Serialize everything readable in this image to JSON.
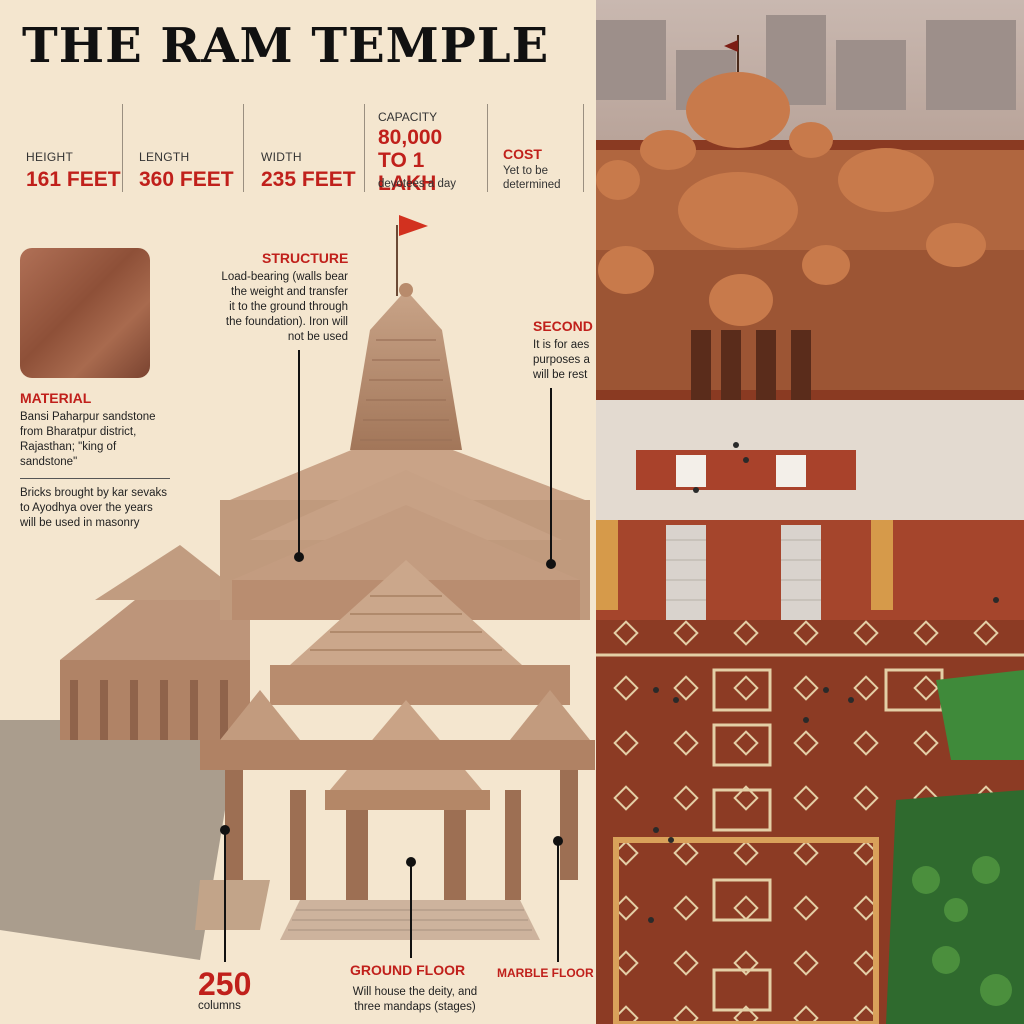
{
  "title": "THE RAM TEMPLE",
  "stats": {
    "height": {
      "label": "HEIGHT",
      "value": "161 FEET"
    },
    "length": {
      "label": "LENGTH",
      "value": "360 FEET"
    },
    "width": {
      "label": "WIDTH",
      "value": "235 FEET"
    },
    "capacity": {
      "label": "CAPACITY",
      "value_line1": "80,000",
      "value_line2": "TO 1 LAKH",
      "sub": "devotees a day"
    },
    "cost": {
      "label": "COST",
      "sub_line1": "Yet to be",
      "sub_line2": "determined"
    }
  },
  "structure": {
    "heading": "STRUCTURE",
    "lines": [
      "Load-bearing (walls bear",
      "the weight and transfer",
      "it to the ground through",
      "the foundation). Iron will",
      "not be used"
    ]
  },
  "second": {
    "heading": "SECOND",
    "lines": [
      "It is for aes",
      "purposes a",
      "will be rest"
    ]
  },
  "material": {
    "heading": "MATERIAL",
    "lines": [
      "Bansi Paharpur sandstone",
      "from Bharatpur district,",
      "Rajasthan; \"king of",
      "sandstone\""
    ],
    "bricks_lines": [
      "Bricks brought by kar sevaks",
      "to Ayodhya over the years",
      "will be used in masonry"
    ]
  },
  "columns": {
    "number": "250",
    "label": "columns"
  },
  "ground_floor": {
    "heading": "GROUND FLOOR",
    "line1": "Will house the deity, and",
    "line2": "three mandaps (stages)"
  },
  "marble_floor": {
    "heading": "MARBLE FLOOR"
  },
  "colors": {
    "accent_red": "#c0201b",
    "paper": "#f4e6cf",
    "sandstone": "#b8886a",
    "plaza_red": "#8a3a22"
  }
}
